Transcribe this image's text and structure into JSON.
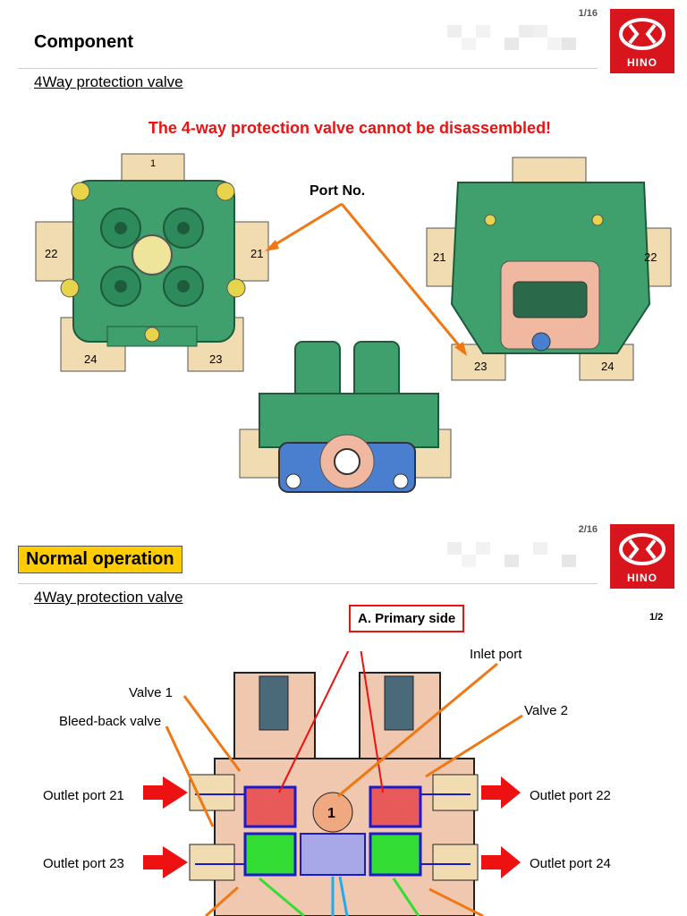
{
  "slide1": {
    "page_num": "1/16",
    "title": "Component",
    "subtitle": "4Way protection valve",
    "warning": "The 4-way protection valve cannot be disassembled!",
    "port_label": "Port No.",
    "ports": {
      "p1": "1",
      "p21": "21",
      "p22": "22",
      "p23": "23",
      "p24": "24"
    }
  },
  "slide2": {
    "page_num": "2/16",
    "badge": "Normal operation",
    "subtitle": "4Way protection valve",
    "primary_side": "A. Primary side",
    "sub_page": "1/2",
    "labels": {
      "inlet_port": "Inlet port",
      "valve1": "Valve 1",
      "valve2": "Valve 2",
      "bleed_back": "Bleed-back valve",
      "outlet21": "Outlet port 21",
      "outlet22": "Outlet port 22",
      "outlet23": "Outlet port 23",
      "outlet24": "Outlet port 24",
      "center": "1"
    }
  },
  "logo_text": "HINO",
  "colors": {
    "brand_red": "#d8141c",
    "badge_yellow": "#ffcc00",
    "valve_green": "#3fa06e",
    "port_tan": "#f1dcb1",
    "arrow_orange": "#f07814",
    "warning_red": "#ee1111"
  }
}
